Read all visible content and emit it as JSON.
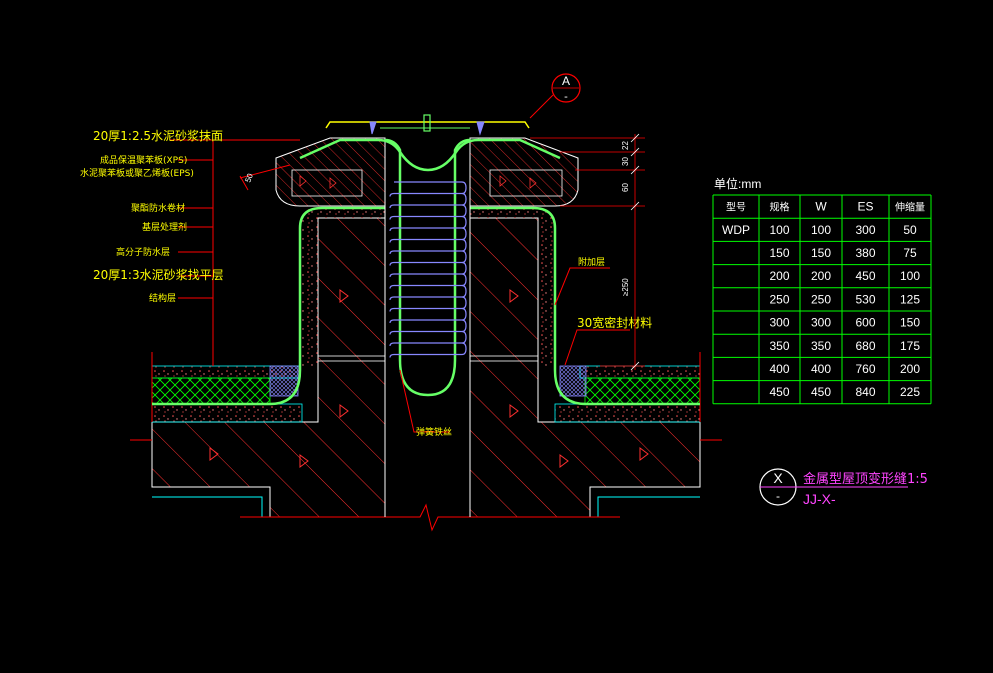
{
  "colors": {
    "background": "#000000",
    "outline": "#ffffff",
    "hatch_red": "#ff3030",
    "membrane": "#66ff66",
    "spring": "#8888ff",
    "insulation": "#00ff00",
    "label": "#ffff00",
    "table_border": "#00ff00",
    "title": "#ff44ff",
    "leader_red": "#ff0000"
  },
  "callout_a": {
    "letter": "A",
    "sub": "-"
  },
  "left_labels": [
    "20厚1:2.5水泥砂浆抹面",
    "成品保温聚苯板(XPS)",
    "水泥聚苯板或聚乙烯板(EPS)",
    "聚酯防水卷材",
    "基层处理剂",
    "高分子防水层",
    "20厚1:3水泥砂浆找平层",
    "结构层"
  ],
  "right_labels": {
    "added_layer": "附加层",
    "sealant": "30宽密封材料",
    "spring_wire": "弹簧铁丝"
  },
  "dims": {
    "d22": "22",
    "d30": "30",
    "d60": "60",
    "d250": "≥250",
    "d50": "50"
  },
  "table": {
    "unit": "单位:mm",
    "headers": [
      "型号",
      "规格",
      "W",
      "ES",
      "伸缩量"
    ],
    "rows": [
      [
        "WDP",
        "100",
        "100",
        "300",
        "50"
      ],
      [
        "",
        "150",
        "150",
        "380",
        "75"
      ],
      [
        "",
        "200",
        "200",
        "450",
        "100"
      ],
      [
        "",
        "250",
        "250",
        "530",
        "125"
      ],
      [
        "",
        "300",
        "300",
        "600",
        "150"
      ],
      [
        "",
        "350",
        "350",
        "680",
        "175"
      ],
      [
        "",
        "400",
        "400",
        "760",
        "200"
      ],
      [
        "",
        "450",
        "450",
        "840",
        "225"
      ]
    ]
  },
  "title_block": {
    "symbol_letter": "X",
    "symbol_sub": "-",
    "title": "金属型屋顶变形缝1:5",
    "ref": "JJ-X-"
  }
}
